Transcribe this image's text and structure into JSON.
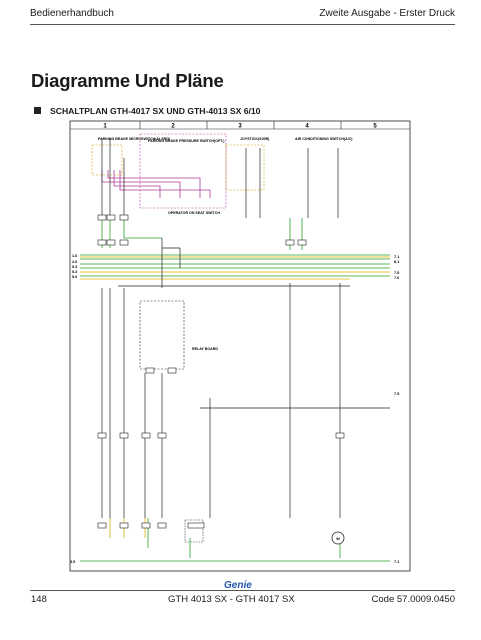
{
  "header": {
    "left": "Bedienerhandbuch",
    "right": "Zweite Ausgabe - Erster Druck"
  },
  "page_title": "Diagramme Und Pläne",
  "section_title": "SCHALTPLAN GTH-4017 SX UND GTH-4013 SX 6/10",
  "schematic": {
    "columns": [
      "1",
      "2",
      "3",
      "4",
      "5"
    ],
    "component_labels": {
      "parking_brake_microswitch": "PARKING BRAKE MICROSWITCH(ALSRG)",
      "parking_brake_pressure_switch": "PARKING BRAKE PRESSURE SWITCH(OPT.)",
      "joystick": "JOYSTICK(S30R)",
      "air_conditioning_switch": "AIR CONDITIONING SWITCH(A/C)",
      "operator_seat_switch": "OPERATOR ON SEAT SWITCH",
      "relay_board": "RELAY BOARD"
    },
    "left_refs": [
      "1.6",
      "2.6",
      "5.3",
      "5.3",
      "5.6"
    ],
    "right_refs": [
      "7.1",
      "8.1",
      "7.5",
      "7.6",
      "7.5"
    ],
    "bottom_left_ref": "3.5",
    "bottom_right_ref": "7.1"
  },
  "logo": "Genie",
  "footer": {
    "page": "148",
    "model": "GTH 4013 SX - GTH 4017 SX",
    "code": "Code 57.0009.0450"
  }
}
